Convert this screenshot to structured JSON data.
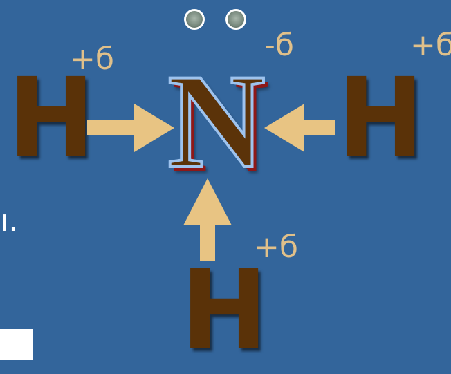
{
  "atoms": {
    "h_left": "H",
    "center": "N",
    "h_right": "H",
    "h_bottom": "H"
  },
  "charges": {
    "h_left": "+б",
    "nitrogen": "-б",
    "h_right": "+б",
    "h_bottom": "+б"
  },
  "lone_pair": {
    "electron_count": 2
  },
  "edge_text": "ı.",
  "colors": {
    "background": "#33659b",
    "atom_fill": "#5a3208",
    "arrow": "#e8c483",
    "charge_text": "#e0c08a",
    "n_outline": "#9ec3ee",
    "n_shadow": "#8e1818"
  }
}
